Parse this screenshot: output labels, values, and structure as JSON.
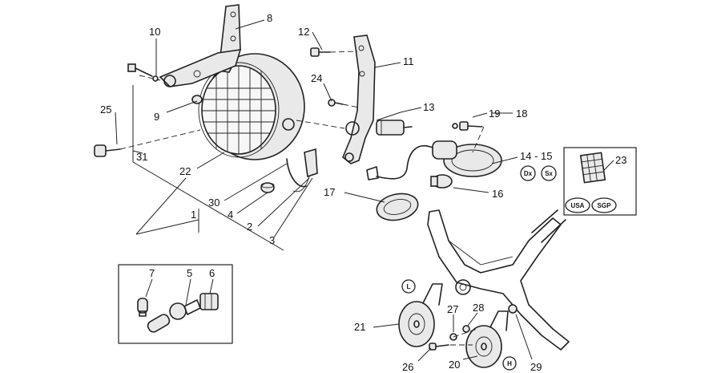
{
  "callouts": {
    "c1": "1",
    "c2": "2",
    "c3": "3",
    "c4": "4",
    "c5": "5",
    "c6": "6",
    "c7": "7",
    "c8": "8",
    "c9": "9",
    "c10": "10",
    "c11": "11",
    "c12": "12",
    "c13": "13",
    "c14_15": "14 - 15",
    "c16": "16",
    "c17": "17",
    "c18": "18",
    "c19": "19",
    "c20": "20",
    "c21": "21",
    "c22": "22",
    "c23": "23",
    "c24": "24",
    "c25": "25",
    "c26": "26",
    "c27": "27",
    "c28": "28",
    "c29": "29",
    "c30": "30",
    "c31": "31"
  },
  "badges": {
    "dx": "Dx",
    "sx": "Sx",
    "usa": "USA",
    "sgp": "SGP",
    "left_horn": "L",
    "right_horn": "H"
  }
}
